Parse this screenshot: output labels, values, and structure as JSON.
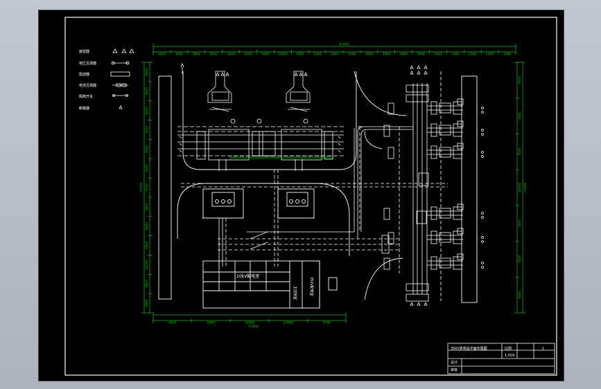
{
  "legend": {
    "items": [
      {
        "label": "避雷器"
      },
      {
        "label": "电压互感器"
      },
      {
        "label": "阻波器"
      },
      {
        "label": "电流互感器"
      },
      {
        "label": "隔离开关"
      },
      {
        "label": "断路器"
      }
    ]
  },
  "dimensions": {
    "top_total": "41000",
    "top": [
      "3000",
      "3050",
      "3800",
      "2650",
      "2650",
      "2500",
      "5000",
      "12600",
      "3050",
      "2500",
      "2500",
      "2500",
      "3000",
      "3800",
      "3600",
      "3000",
      "2500",
      "2500",
      "2500",
      "2500",
      "3500"
    ],
    "bottom_total": "67800",
    "bottom": [
      "4900",
      "5000",
      "12000",
      "17000",
      "5700"
    ],
    "left_total": "71000",
    "left": [
      "5000",
      "4000",
      "4000",
      "3000",
      "2500",
      "2500",
      "3000",
      "2500",
      "4000",
      "3500",
      "12000",
      "3800",
      "5000"
    ],
    "right_total": "71000",
    "right": [
      "3500",
      "7500",
      "7500",
      "15000",
      "7500",
      "7500",
      "3500"
    ]
  },
  "building": {
    "label_1": "10kV配电室",
    "label_2": "主控制室",
    "label_3": "35kV配电室"
  },
  "title_block": {
    "title": "35kV变电站平面布置图",
    "row1": "设计",
    "row2": "审核",
    "col2": "比例",
    "col3": "1:500",
    "sheet": "1"
  },
  "colors": {
    "background": "#000000",
    "lines": "#ffffff",
    "dimensions": "#00cc00",
    "frame": "#ffffff"
  }
}
